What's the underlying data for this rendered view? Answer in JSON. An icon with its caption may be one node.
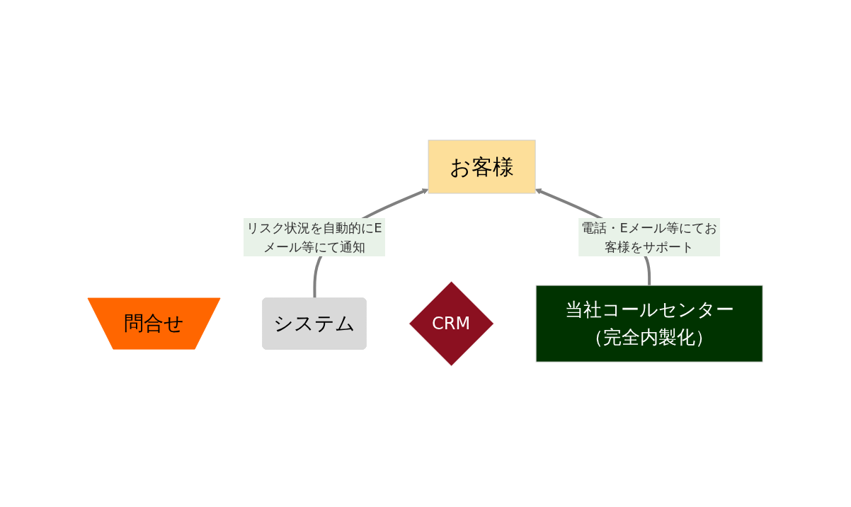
{
  "diagram": {
    "nodes": [
      {
        "text": [
          "お客様"
        ]
      },
      {
        "text": [
          "問合せ"
        ]
      },
      {
        "text": [
          "システム"
        ]
      },
      {
        "text": [
          "CRM"
        ]
      },
      {
        "text": [
          "当社コールセンター（完全内製化）"
        ]
      }
    ],
    "edges": [
      {
        "from": 2,
        "to": 0,
        "arrow": "to",
        "label": "リスク状況を自動的にEメール等にて通知"
      },
      {
        "from": 4,
        "to": 0,
        "arrow": "to",
        "label": "電話・Eメール等にてお客様をサポート"
      }
    ]
  }
}
